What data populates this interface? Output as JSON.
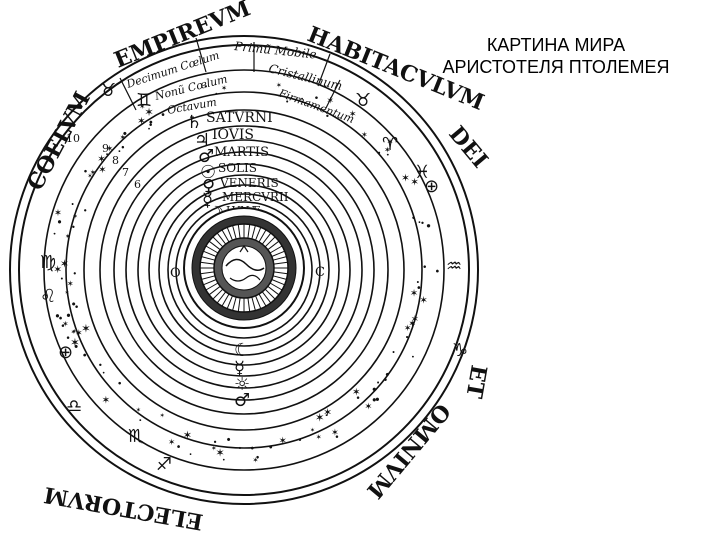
{
  "slide": {
    "title_line1": "КАРТИНА МИРА",
    "title_line2": "АРИСТОТЕЛЯ ПТОЛЕМЕЯ"
  },
  "engraving": {
    "outer_inscription": [
      "COELVM",
      "EMPIREVM",
      "HABITACVLVM",
      "DEI",
      "ET",
      "OMNIVM",
      "ELECTORVM"
    ],
    "spheres": [
      "Primũ Mobile",
      "Decimum Cœlum",
      "Cristallinum",
      "Nonũ Cœlum",
      "Firmamentum",
      "Octavum",
      "SATVRNI",
      "IOVIS",
      "MARTIS",
      "SOLIS",
      "VENERIS",
      "MERCVRII",
      "LVNÆ"
    ],
    "sphere_numbers": [
      "10",
      "9",
      "8",
      "7",
      "6"
    ],
    "center_labels": [
      "O",
      "C"
    ],
    "colors": {
      "ink": "#111111",
      "paper": "#ffffff"
    }
  }
}
